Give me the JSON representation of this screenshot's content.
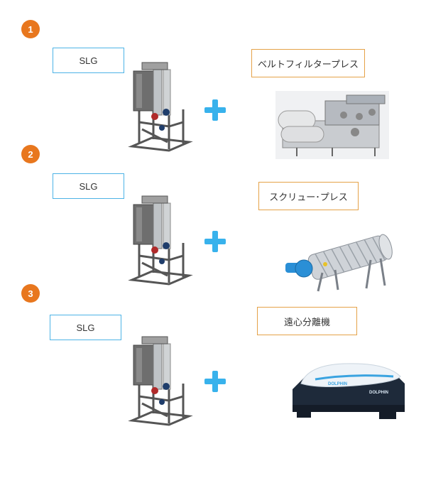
{
  "rows": [
    {
      "step": "1",
      "left_label": "SLG",
      "right_label": "ベルトフィルタープレス"
    },
    {
      "step": "2",
      "left_label": "SLG",
      "right_label": "スクリュー･プレス"
    },
    {
      "step": "3",
      "left_label": "SLG",
      "right_label": "遠心分離機"
    }
  ],
  "decanter_brand": "DOLPHIN",
  "colors": {
    "step_badge": "#e8771e",
    "plus": "#38b2ec",
    "left_border": "#4db3e6",
    "right_border": "#e5a248"
  }
}
